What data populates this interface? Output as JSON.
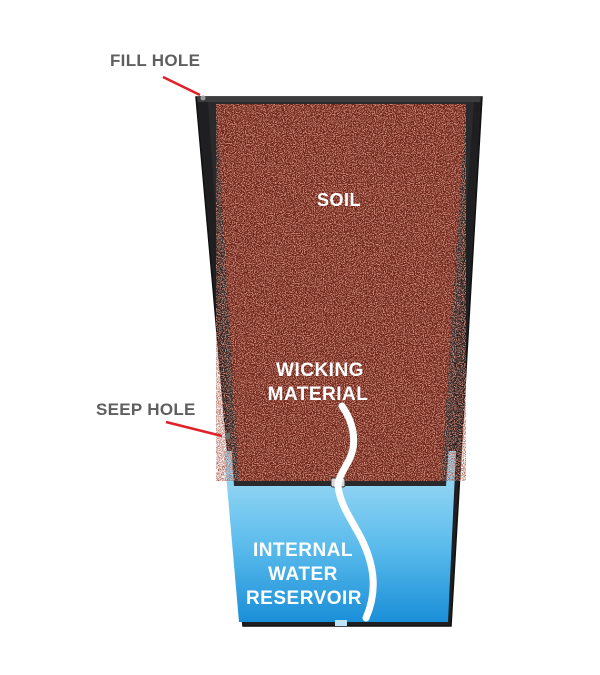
{
  "labels": {
    "fill_hole": "FILL HOLE",
    "seep_hole": "SEEP HOLE",
    "soil": "SOIL",
    "wicking_line1": "WICKING",
    "wicking_line2": "MATERIAL",
    "water_line1": "INTERNAL",
    "water_line2": "WATER",
    "water_line3": "RESERVOIR"
  },
  "colors": {
    "pot": "#1f1f21",
    "pot_rim": "#4a4a4c",
    "soil": "#6e2418",
    "soil_speck_light": "#a4463a",
    "soil_speck_dark": "#3a100a",
    "water_top": "#a9dff7",
    "water_bottom": "#1a8fd8",
    "leader_line": "#e0202a",
    "callout_text": "#5f5f5f",
    "wick": "#ffffff"
  },
  "icons": {
    "pot": "self-watering-planter",
    "wick": "wick-cord"
  }
}
